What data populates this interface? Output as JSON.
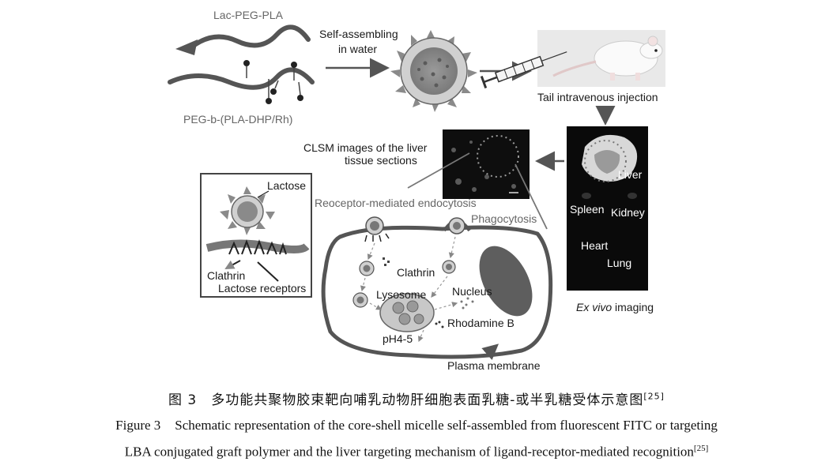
{
  "figure": {
    "labels": {
      "lac_peg_pla": "Lac-PEG-PLA",
      "peg_b_pla": "PEG-b-(PLA-DHP/Rh)",
      "self_assembling_1": "Self-assembling",
      "self_assembling_2": "in water",
      "tail_injection": "Tail intravenous injection",
      "clsm_1": "CLSM images of the liver",
      "clsm_2": "tissue sections",
      "lactose": "Lactose",
      "clathrin_inset": "Clathrin",
      "lactose_receptors": "Lactose receptors",
      "endocytosis": "Reoceptor-mediated endocytosis",
      "phagocytosis": "Phagocytosis",
      "clathrin_cell": "Clathrin",
      "lysosome": "Lysosome",
      "nucleus": "Nucleus",
      "rhodamine": "Rhodamine B",
      "ph": "pH4-5",
      "plasma_membrane": "Plasma membrane",
      "liver": "Liver",
      "spleen": "Spleen",
      "kidney": "Kidney",
      "heart": "Heart",
      "lung": "Lung",
      "ex_vivo_italic": "Ex vivo",
      "ex_vivo_rest": " imaging"
    }
  },
  "caption": {
    "cn_number": "图 3",
    "cn_text": "多功能共聚物胶束靶向哺乳动物肝细胞表面乳糖-或半乳糖受体示意图",
    "cn_ref": "[25]",
    "en_number": "Figure 3",
    "en_line1": "Schematic representation of the core-shell micelle self-assembled from fluorescent FITC or targeting",
    "en_line2": "LBA conjugated graft polymer and the liver targeting mechanism of ligand-receptor-mediated recognition",
    "en_ref": "[25]"
  }
}
